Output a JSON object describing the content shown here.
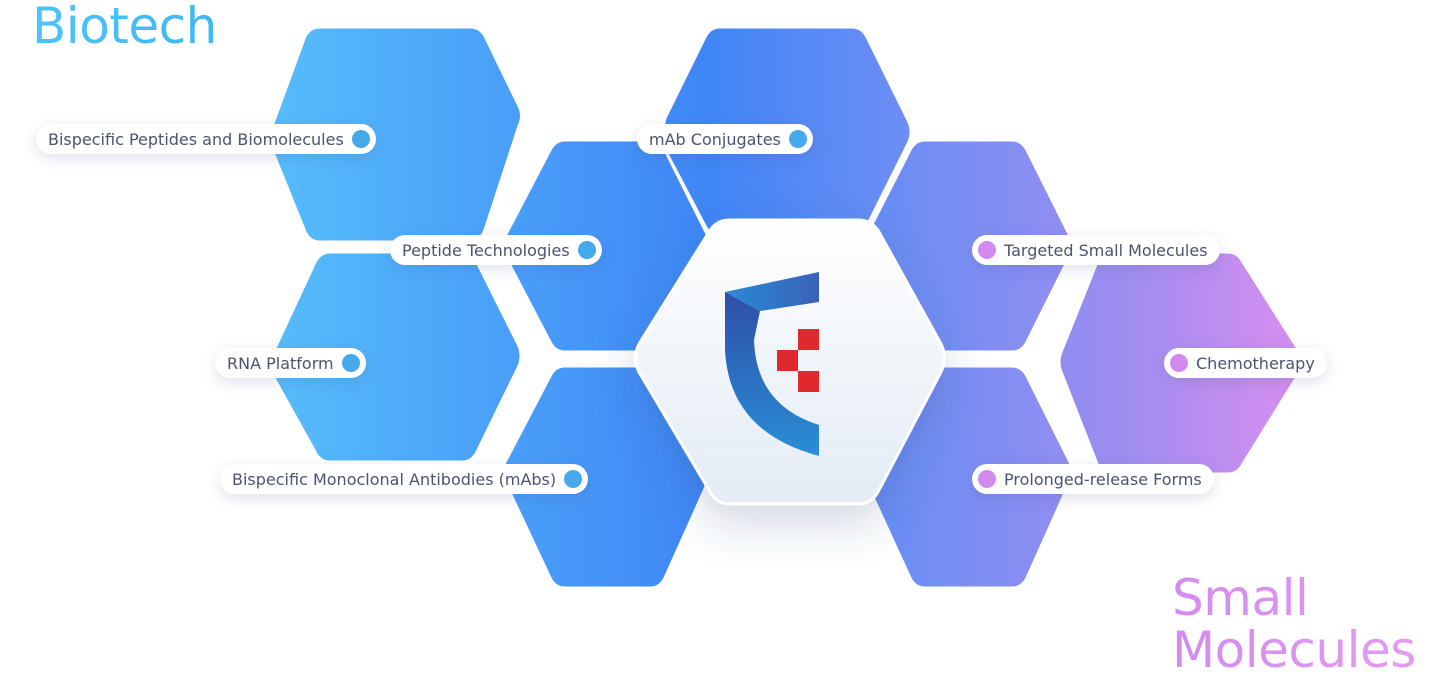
{
  "headings": {
    "biotech": "Biotech",
    "small_molecules_line1": "Small",
    "small_molecules_line2": "Molecules"
  },
  "colors": {
    "biotech_dot": "#45a9ec",
    "small_molecules_dot": "#d38af0",
    "logo_red": "#e0292f",
    "logo_blue": "#2f67c2"
  },
  "labels": [
    {
      "id": "bispecific-peptides",
      "text": "Bispecific Peptides and Biomolecules",
      "group": "biotech"
    },
    {
      "id": "mab-conjugates",
      "text": "mAb Conjugates",
      "group": "biotech"
    },
    {
      "id": "peptide-technologies",
      "text": "Peptide Technologies",
      "group": "biotech"
    },
    {
      "id": "rna-platform",
      "text": "RNA Platform",
      "group": "biotech"
    },
    {
      "id": "bispecific-mabs",
      "text": "Bispecific Monoclonal Antibodies (mAbs)",
      "group": "biotech"
    },
    {
      "id": "targeted-small-molecules",
      "text": "Targeted Small Molecules",
      "group": "small_molecules"
    },
    {
      "id": "chemotherapy",
      "text": "Chemotherapy",
      "group": "small_molecules"
    },
    {
      "id": "prolonged-release",
      "text": "Prolonged-release Forms",
      "group": "small_molecules"
    }
  ]
}
